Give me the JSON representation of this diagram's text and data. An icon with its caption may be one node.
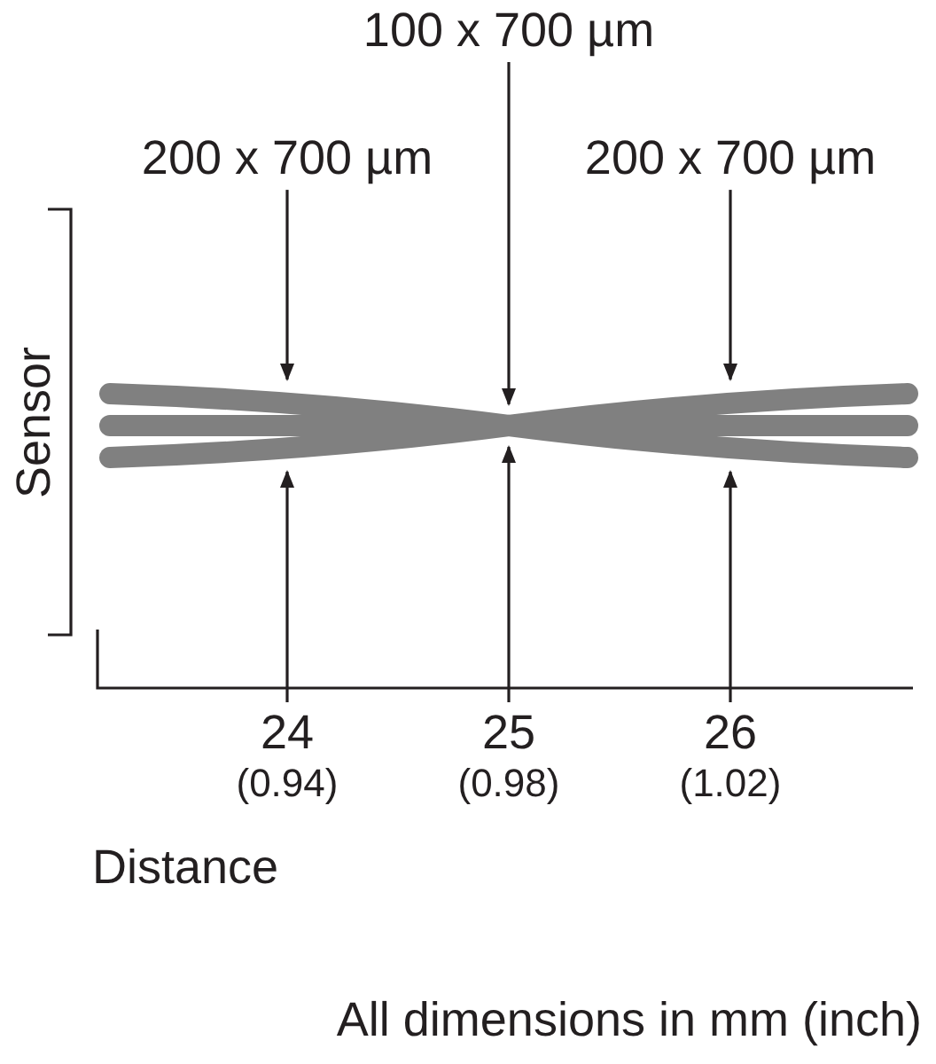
{
  "diagram": {
    "nodes": [
      {
        "text": [
          "200 x 700 µm"
        ]
      },
      {
        "text": [
          "100 x 700 µm"
        ]
      },
      {
        "text": [
          "200 x 700 µm"
        ]
      },
      {
        "text": [],
        "shape": "bar"
      },
      {
        "text": [
          "24",
          "(0.94)"
        ]
      },
      {
        "text": [
          "25",
          "(0.98)"
        ]
      },
      {
        "text": [
          "26",
          "(1.02)"
        ]
      }
    ],
    "edges": [
      {
        "from": 0,
        "to": 3,
        "arrow": "to"
      },
      {
        "from": 1,
        "to": 3,
        "arrow": "to"
      },
      {
        "from": 2,
        "to": 3,
        "arrow": "to"
      },
      {
        "from": 4,
        "to": 3,
        "arrow": "to"
      },
      {
        "from": 5,
        "to": 3,
        "arrow": "to"
      },
      {
        "from": 6,
        "to": 3,
        "arrow": "to"
      }
    ],
    "labels": [
      "Sensor",
      "Distance",
      "All dimensions in mm (inch)"
    ]
  }
}
